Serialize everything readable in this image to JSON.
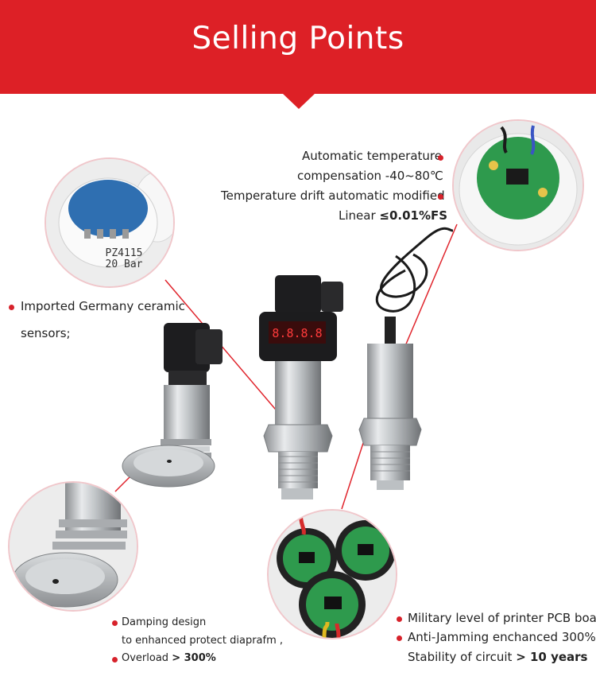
{
  "header": {
    "title": "Selling Points",
    "color": "#dd2026"
  },
  "callouts": {
    "temp1": "Automatic temperature",
    "temp2": "compensation -40~80℃",
    "temp3": "Temperature drift automatic modified",
    "linear_prefix": "Linear ",
    "linear_value": "≤0.01%FS",
    "ceramic1": "Imported Germany ceramic",
    "ceramic2": "sensors;",
    "damp1": "Damping design",
    "damp2": "to enhanced protect diaprafm ,",
    "overload_prefix": "Overload ",
    "overload_value": "> 300%",
    "pcb1": "Military level of printer PCB board",
    "pcb2": "Anti-Jamming enchanced 300%",
    "stability_prefix": "Stability of circuit ",
    "stability_value": "> 10 years"
  },
  "images": {
    "ceramic_label_line1": "PZ4115",
    "ceramic_label_line2": "20 Bar",
    "display_reading": "8.8.8.8"
  },
  "icons": [
    "bullet-dot-icon"
  ],
  "colors": {
    "accent": "#d7222b"
  }
}
